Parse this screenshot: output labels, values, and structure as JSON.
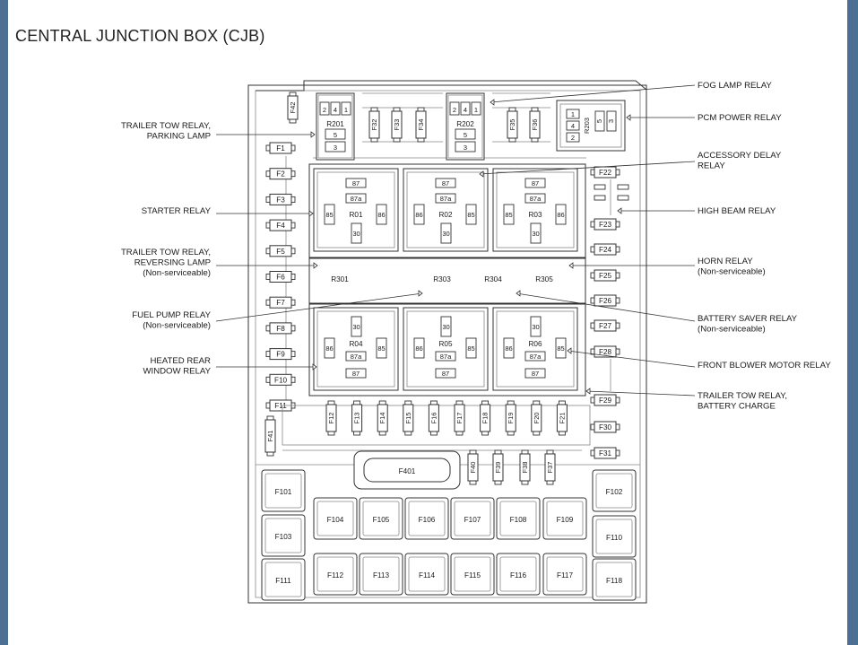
{
  "title": "CENTRAL JUNCTION BOX (CJB)",
  "colors": {
    "frame": "#4e6f94",
    "page": "#ffffff",
    "ink": "#333333"
  },
  "left_callouts": [
    {
      "id": "trailer-tow-parking",
      "lines": [
        "TRAILER TOW RELAY,",
        "PARKING LAMP"
      ]
    },
    {
      "id": "starter",
      "lines": [
        "STARTER RELAY"
      ]
    },
    {
      "id": "trailer-tow-reversing",
      "lines": [
        "TRAILER TOW RELAY,",
        "REVERSING LAMP",
        "(Non-serviceable)"
      ]
    },
    {
      "id": "fuel-pump",
      "lines": [
        "FUEL PUMP RELAY",
        "(Non-serviceable)"
      ]
    },
    {
      "id": "heated-rear-window",
      "lines": [
        "HEATED REAR",
        "WINDOW RELAY"
      ]
    }
  ],
  "right_callouts": [
    {
      "id": "fog-lamp",
      "lines": [
        "FOG LAMP RELAY"
      ]
    },
    {
      "id": "pcm-power",
      "lines": [
        "PCM POWER RELAY"
      ]
    },
    {
      "id": "accessory-delay",
      "lines": [
        "ACCESSORY DELAY",
        "RELAY"
      ]
    },
    {
      "id": "high-beam",
      "lines": [
        "HIGH BEAM RELAY"
      ]
    },
    {
      "id": "horn",
      "lines": [
        "HORN RELAY",
        "(Non-serviceable)"
      ]
    },
    {
      "id": "battery-saver",
      "lines": [
        "BATTERY SAVER RELAY",
        "(Non-serviceable)"
      ]
    },
    {
      "id": "front-blower",
      "lines": [
        "FRONT BLOWER MOTOR RELAY"
      ]
    },
    {
      "id": "trailer-tow-battery",
      "lines": [
        "TRAILER TOW RELAY,",
        "BATTERY CHARGE"
      ]
    }
  ],
  "left_fuses": [
    "F1",
    "F2",
    "F3",
    "F4",
    "F5",
    "F6",
    "F7",
    "F8",
    "F9",
    "F10",
    "F11"
  ],
  "right_fuses": [
    "F22",
    "F23",
    "F24",
    "F25",
    "F26",
    "F27",
    "F28",
    "F29",
    "F30",
    "F31"
  ],
  "top_small_fuses": [
    "F42",
    "F32",
    "F33",
    "F34",
    "F35",
    "F36"
  ],
  "middle_fuse_row": [
    "F12",
    "F13",
    "F14",
    "F15",
    "F16",
    "F17",
    "F18",
    "F19",
    "F20",
    "F21"
  ],
  "lower_vertical_fuses": [
    "F41",
    "F40",
    "F39",
    "F38",
    "F37"
  ],
  "mega_fuse": "F401",
  "top_mini_relays": [
    {
      "name": "R201",
      "pins_top": [
        "2",
        "4",
        "1"
      ],
      "pins_bottom": [
        "5",
        "3"
      ]
    },
    {
      "name": "R202",
      "pins_top": [
        "2",
        "4",
        "1"
      ],
      "pins_bottom": [
        "5",
        "3"
      ]
    },
    {
      "name": "R203",
      "pins": [
        "1",
        "4",
        "2",
        "5",
        "3"
      ]
    }
  ],
  "upper_relays": [
    {
      "name": "R01",
      "pins": {
        "top": "87",
        "mid": "87a",
        "left": "85",
        "right": "86",
        "bottom": "30"
      }
    },
    {
      "name": "R02",
      "pins": {
        "top": "87",
        "mid": "87a",
        "left": "86",
        "right": "85",
        "bottom": "30"
      }
    },
    {
      "name": "R03",
      "pins": {
        "top": "87",
        "mid": "87a",
        "left": "85",
        "right": "86",
        "bottom": "30"
      }
    }
  ],
  "lower_relays": [
    {
      "name": "R04",
      "pins": {
        "top": "30",
        "mid": "87a",
        "left": "86",
        "right": "85",
        "bottom": "87"
      }
    },
    {
      "name": "R05",
      "pins": {
        "top": "30",
        "mid": "87a",
        "left": "86",
        "right": "85",
        "bottom": "87"
      }
    },
    {
      "name": "R06",
      "pins": {
        "top": "30",
        "mid": "87a",
        "left": "86",
        "right": "85",
        "bottom": "87"
      }
    }
  ],
  "solid_state_relays": [
    "R301",
    "R303",
    "R304",
    "R305"
  ],
  "maxi_fuse_rows": [
    [
      "F101",
      "F104",
      "F105",
      "F106",
      "F107",
      "F108",
      "F109",
      "F102"
    ],
    [
      "F103",
      "F110"
    ],
    [
      "F111",
      "F112",
      "F113",
      "F114",
      "F115",
      "F116",
      "F117",
      "F118"
    ]
  ]
}
